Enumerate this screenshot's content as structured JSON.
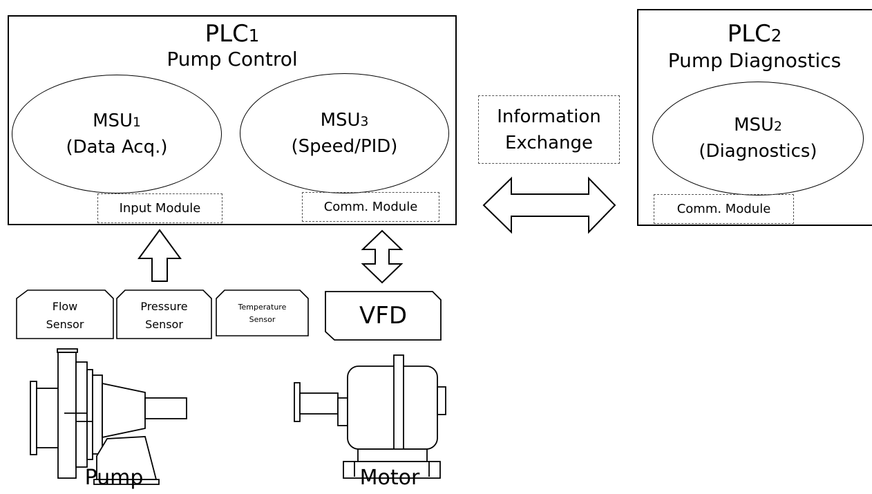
{
  "plc1": {
    "name_main": "PLC",
    "name_sub": "1",
    "subtitle": "Pump Control",
    "msu1": {
      "name_main": "MSU",
      "name_sub": "1",
      "role": "(Data Acq.)"
    },
    "msu3": {
      "name_main": "MSU",
      "name_sub": "3",
      "role": "(Speed/PID)"
    },
    "input_module": "Input Module",
    "comm_module": "Comm. Module"
  },
  "plc2": {
    "name_main": "PLC",
    "name_sub": "2",
    "subtitle": "Pump Diagnostics",
    "msu2": {
      "name_main": "MSU",
      "name_sub": "2",
      "role": "(Diagnostics)"
    },
    "comm_module": "Comm. Module"
  },
  "exchange": {
    "line1": "Information",
    "line2": "Exchange"
  },
  "sensors": {
    "flow": {
      "line1": "Flow",
      "line2": "Sensor"
    },
    "pressure": {
      "line1": "Pressure",
      "line2": "Sensor"
    },
    "temperature": {
      "line1": "Temperature",
      "line2": "Sensor"
    }
  },
  "vfd": "VFD",
  "pump_label": "Pump",
  "motor_label": "Motor"
}
